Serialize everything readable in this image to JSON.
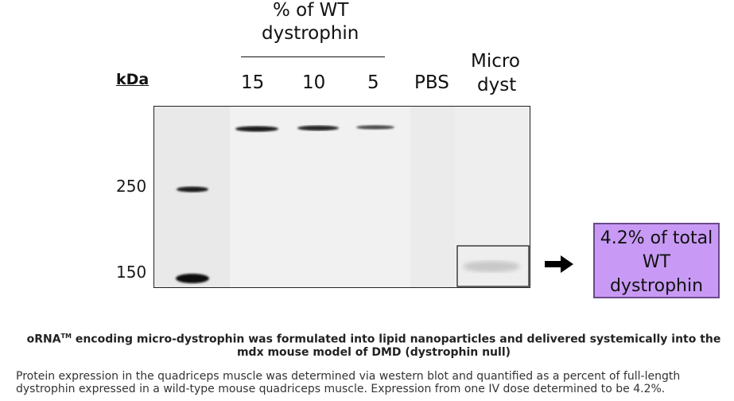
{
  "header": {
    "title_line1": "% of WT",
    "title_line2": "dystrophin"
  },
  "kda_label": "kDa",
  "lanes": {
    "l15": "15",
    "l10": "10",
    "l5": "5",
    "pbs": "PBS",
    "micro_line1": "Micro",
    "micro_line2": "dyst"
  },
  "markers": {
    "m250": "250",
    "m150": "150"
  },
  "callout": {
    "line1": "4.2% of total",
    "line2": "WT",
    "line3": "dystrophin"
  },
  "caption": {
    "title_part1": "oRNA",
    "title_tm": "TM",
    "title_part2": " encoding micro-dystrophin was formulated into lipid nanoparticles and delivered systemically into the mdx mouse model of DMD (dystrophin null)",
    "body": "Protein expression in the quadriceps muscle was determined via western blot and quantified as a percent of full-length dystrophin expressed in a wild-type mouse quadriceps muscle. Expression from one IV dose determined to be 4.2%."
  },
  "colors": {
    "callout_fill": "#c89af5",
    "band": "#1a1a1a",
    "blot_background": "#f0f0f0"
  },
  "icons": {
    "arrow": "right-arrow-icon"
  }
}
